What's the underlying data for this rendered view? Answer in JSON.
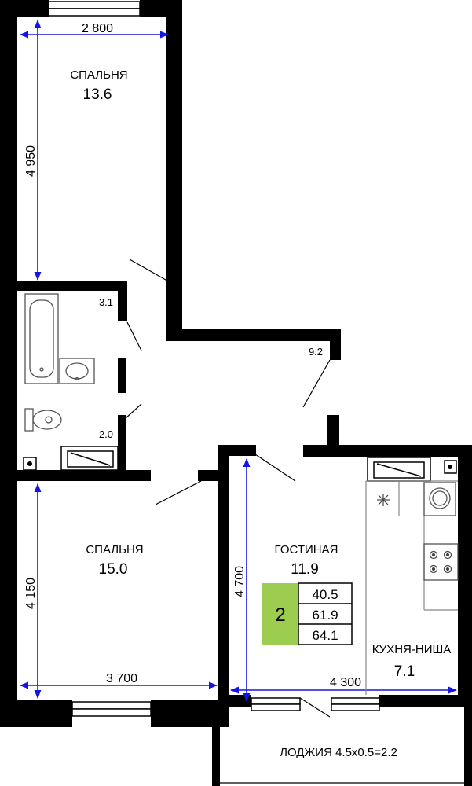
{
  "rooms": {
    "bedroom_top": {
      "label": "СПАЛЬНЯ",
      "area": "13.6"
    },
    "bathroom": {
      "area": "3.1"
    },
    "corridor": {
      "area": "9.2"
    },
    "toilet": {
      "area": "2.0"
    },
    "bedroom_bottom": {
      "label": "СПАЛЬНЯ",
      "area": "15.0"
    },
    "living": {
      "label": "ГОСТИНАЯ",
      "area": "11.9"
    },
    "kitchen": {
      "label": "КУХНЯ-НИША",
      "area": "7.1"
    },
    "loggia": {
      "label": "ЛОДЖИЯ 4.5x0.5=2.2"
    }
  },
  "dimensions": {
    "top_width": "2 800",
    "top_height": "4 950",
    "bottom_left_height": "4 150",
    "bottom_left_width": "3 700",
    "living_height": "4 700",
    "living_width": "4 300"
  },
  "summary": {
    "rooms_count": "2",
    "area_living": "40.5",
    "area_total": "61.9",
    "area_with_loggia": "64.1"
  },
  "colors": {
    "wall": "#000000",
    "dimension_line": "#1414e6",
    "badge": "#9ccc50"
  },
  "icons": [
    "bathtub-icon",
    "sink-icon",
    "toilet-icon",
    "stove-icon",
    "washing-machine-icon",
    "snowflake-icon",
    "shaft-icon"
  ]
}
